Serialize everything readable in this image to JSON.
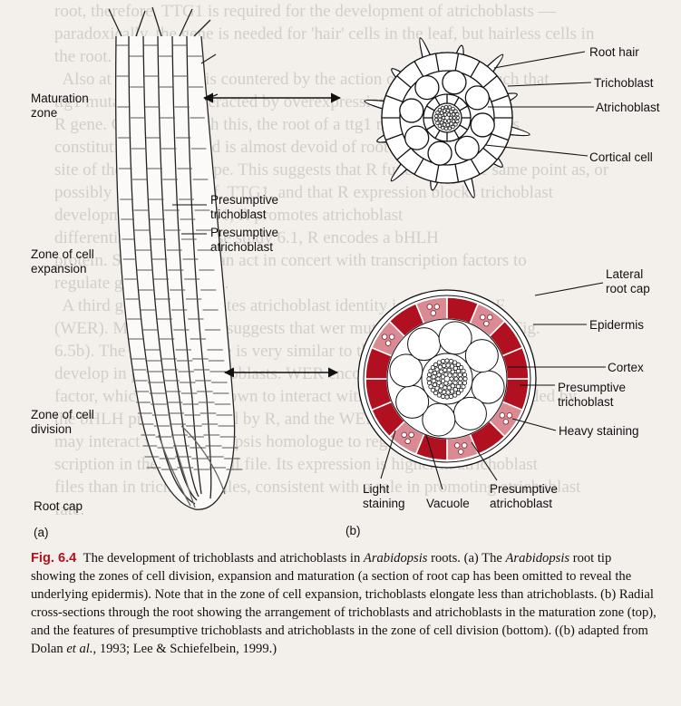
{
  "background_text": [
    "root, therefore, TTG1 is required for the development of atrichoblasts —",
    "paradoxically, the gene is needed for 'hair' cells in the leaf, but hairless cells in",
    "the root.",
    "  Also at least the last is countered by the action of the R gene, such that",
    "ttg1 mutants are counteracted by overexpression of the R gene.",
    "R gene. Consistent with this, the root of a ttg1 mutant in which R is",
    "constitutively expressed is almost devoid of root hairs, the oppo-",
    "site of the ttg1 phenotype. This suggests that R functions at the same point as, or",
    "possibly downstream of, TTG1, and that R expression blocks trichoblast",
    "development. Like TTG1, R promotes atrichoblast",
    "differentiation. As in case study 6.1, R encodes a bHLH",
    "protein. Such proteins can act in concert with transcription factors to",
    "regulate gene expression.",
    "  A third gene that promotes atrichoblast identity is WEREWOLF",
    "(WER). Mutant analysis suggests that wer mutants produce roots (Fig.",
    "6.5b). The wer phenotype is very similar to that of ttg1: trichoblasts",
    "develop in place of atrichoblasts. WER encodes a MYB transcription",
    "factor, which has been shown to interact with the bHLH protein encoded by",
    "the bHLH protein encoded by R, and the WER protein",
    "may interact with Arabidopsis homologue to regulate gene tran-",
    "scription in the normal cell file. Its expression is higher in atrichoblast",
    "files than in trichoblast files, consistent with a role in promoting atrichoblast",
    "fate."
  ],
  "labels": {
    "maturation_zone": [
      "Maturation",
      "zone"
    ],
    "presumptive_trichoblast_a": [
      "Presumptive",
      "trichoblast"
    ],
    "presumptive_atrichoblast_a": [
      "Presumptive",
      "atrichoblast"
    ],
    "zone_of_cell_expansion": [
      "Zone of cell",
      "expansion"
    ],
    "zone_of_cell_division": [
      "Zone of cell",
      "division"
    ],
    "root_cap": "Root cap",
    "panel_a": "(a)",
    "panel_b": "(b)",
    "root_hair": "Root hair",
    "trichoblast": "Trichoblast",
    "atrichoblast": "Atrichoblast",
    "cortical_cell": "Cortical cell",
    "lateral_root_cap": [
      "Lateral",
      "root cap"
    ],
    "epidermis": "Epidermis",
    "cortex": "Cortex",
    "presumptive_trichoblast_b": [
      "Presumptive",
      "trichoblast"
    ],
    "heavy_staining": "Heavy staining",
    "light_staining": [
      "Light",
      "staining"
    ],
    "vacuole": "Vacuole",
    "presumptive_atrichoblast_b": [
      "Presumptive",
      "atrichoblast"
    ]
  },
  "colors": {
    "heavy_stain": "#b01020",
    "light_stain": "#d98a93",
    "caption_label": "#b3121b"
  },
  "caption": {
    "figure_number": "Fig. 6.4",
    "text_1": " The development of trichoblasts and atrichoblasts in ",
    "italic_1": "Arabidopsis",
    "text_2": " roots. (a) The ",
    "italic_2": "Arabidopsis",
    "text_3": " root tip showing the zones of cell division, expansion and maturation (a section of root cap has been omitted to reveal the underlying epidermis). Note that in the zone of cell expansion, trichoblasts elongate less than atrichoblasts. (b) Radial cross-sections through the root showing the arrangement of trichoblasts and atrichoblasts in the maturation zone (top), and the features of presumptive trichoblasts and atrichoblasts in the zone of cell division (bottom). ((b) adapted from Dolan ",
    "italic_3": "et al.",
    "text_4": ", 1993; Lee & Schiefelbein, 1999.)"
  }
}
